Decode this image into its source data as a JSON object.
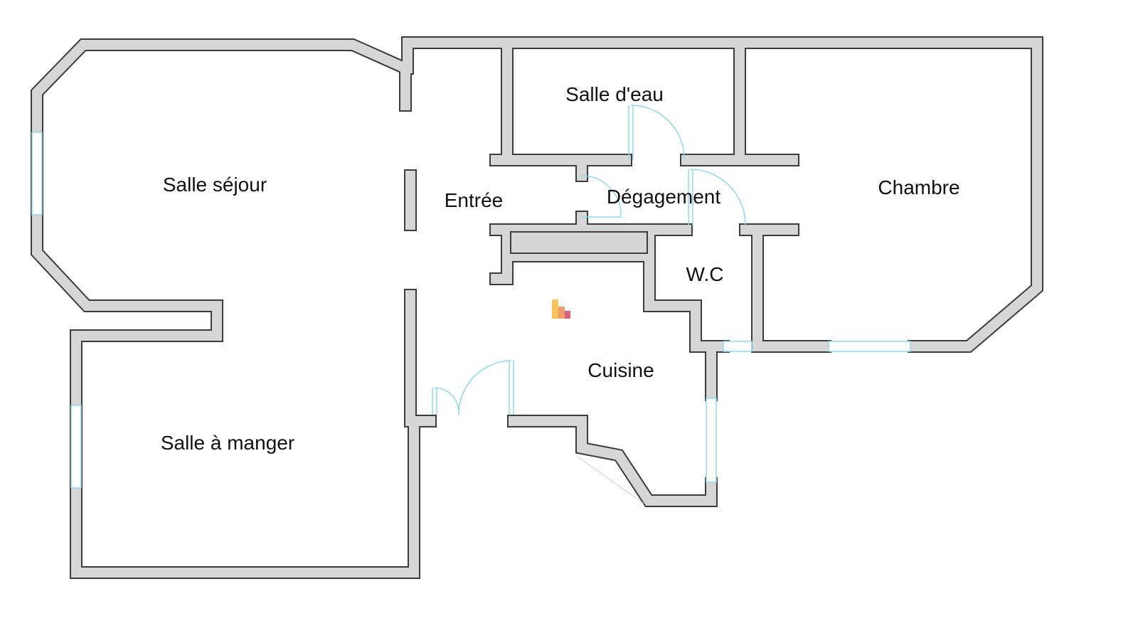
{
  "rooms": {
    "salle_sejour": "Salle séjour",
    "salle_a_manger": "Salle à manger",
    "entree": "Entrée",
    "salle_deau": "Salle d'eau",
    "degagement": "Dégagement",
    "chambre": "Chambre",
    "wc": "W.C",
    "cuisine": "Cuisine"
  },
  "colors": {
    "wall_fill": "#d6d6d6",
    "wall_outline": "#3c3c3c",
    "opening": "#8fd8ec",
    "logo": [
      "#f6c35c",
      "#ef9c6a",
      "#d9607a"
    ]
  }
}
